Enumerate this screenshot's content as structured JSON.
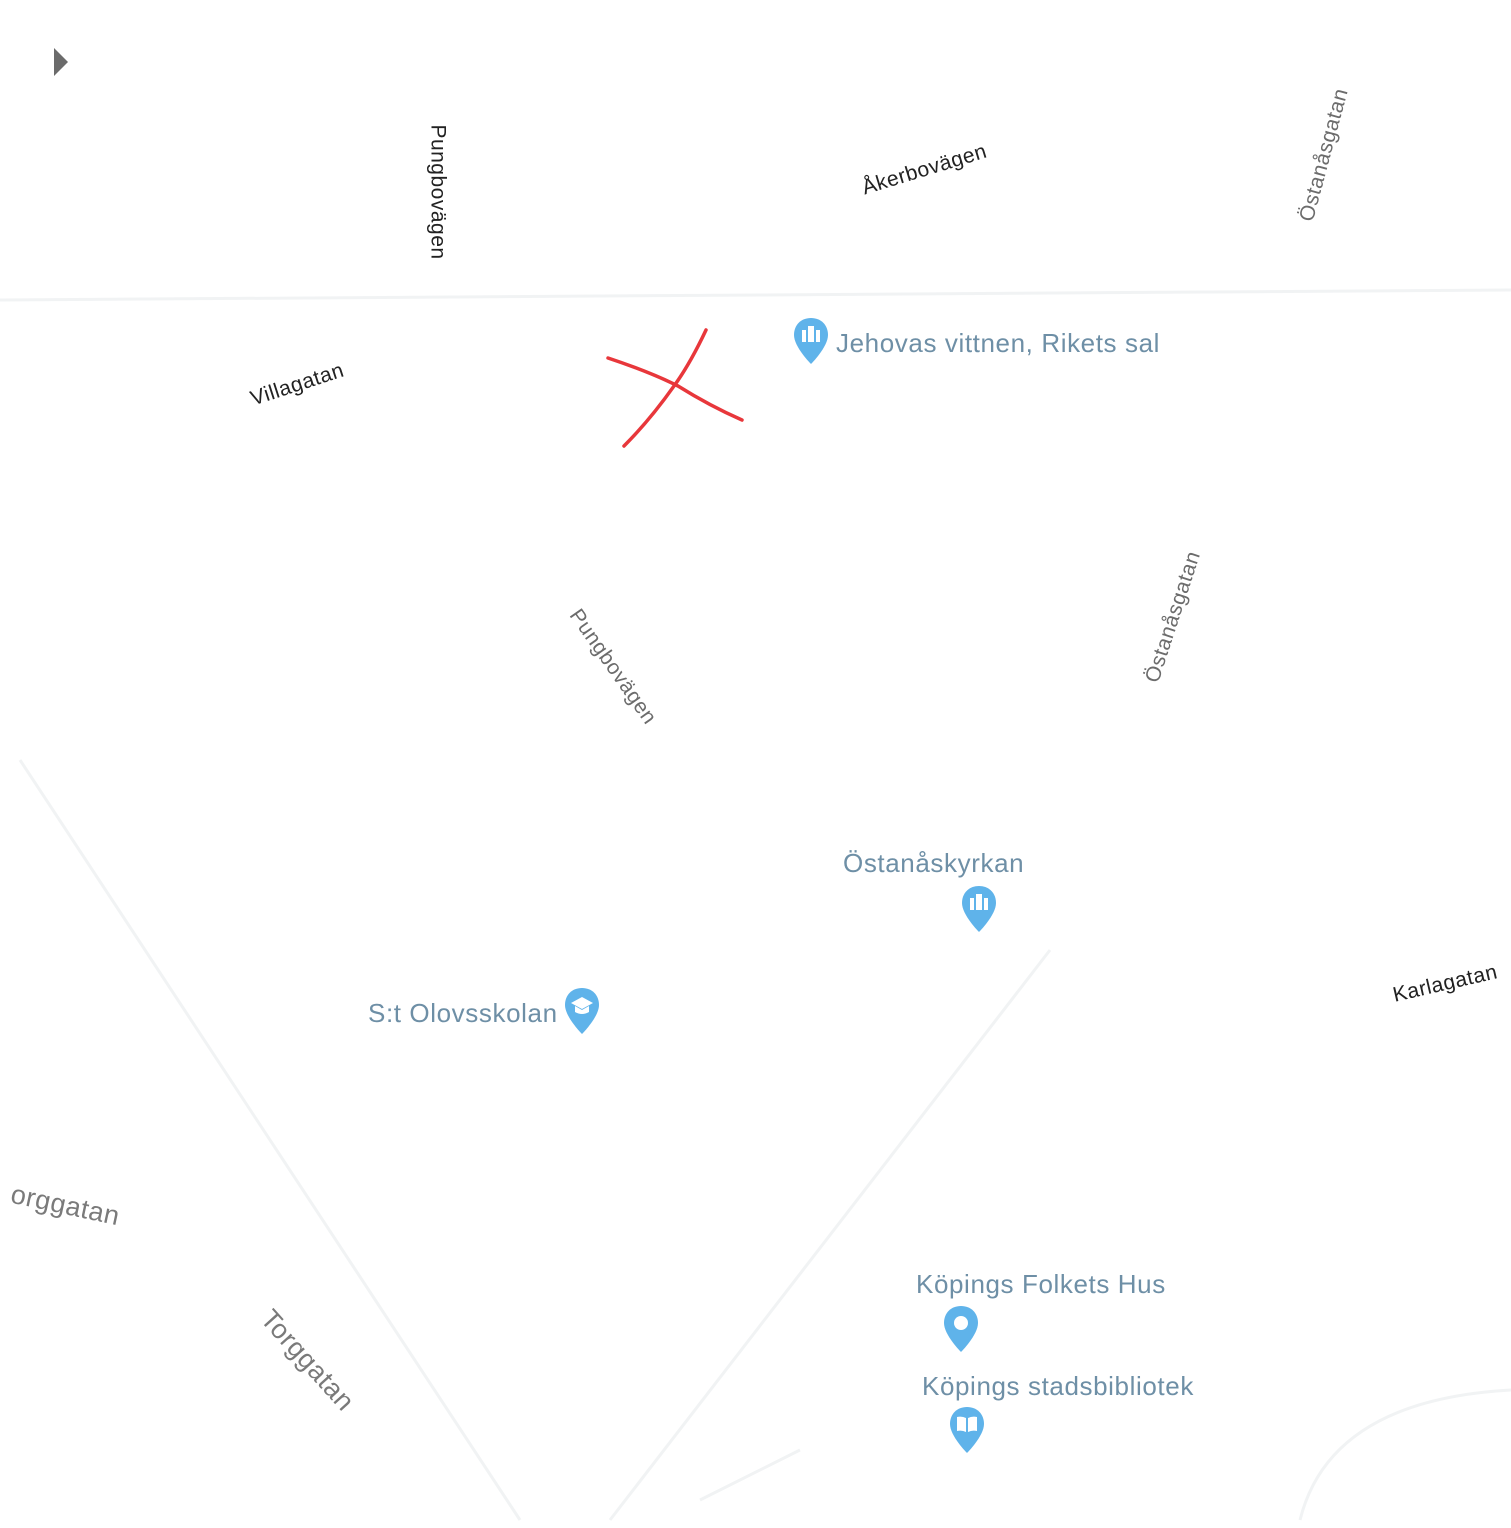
{
  "controls": {
    "expand_icon": "triangle-right-icon"
  },
  "streets": {
    "pungbovagen_north": "Pungbovägen",
    "akerbovagen": "Åkerbovägen",
    "ostanasgatan_north": "Östanåsgatan",
    "villagatan": "Villagatan",
    "pungbovagen_south": "Pungbovägen",
    "ostanasgatan_mid": "Östanåsgatan",
    "karlagatan": "Karlagatan",
    "torggatan_partial": "orggatan",
    "torggatan": "Torggatan"
  },
  "places": {
    "jehovas": {
      "name": "Jehovas vittnen, Rikets sal",
      "icon": "place-of-worship-icon",
      "color": "#5fb3ea"
    },
    "ostanaskyrkan": {
      "name": "Östanåskyrkan",
      "icon": "place-of-worship-icon",
      "color": "#5fb3ea"
    },
    "olovsskolan": {
      "name": "S:t Olovsskolan",
      "icon": "school-icon",
      "color": "#5fb3ea"
    },
    "folkets_hus": {
      "name": "Köpings Folkets Hus",
      "icon": "location-pin-icon",
      "color": "#5fb3ea"
    },
    "stadsbibliotek": {
      "name": "Köpings stadsbibliotek",
      "icon": "library-icon",
      "color": "#5fb3ea"
    }
  },
  "annotation": {
    "marker_icon": "red-x-mark-icon",
    "color": "#e8373b"
  }
}
